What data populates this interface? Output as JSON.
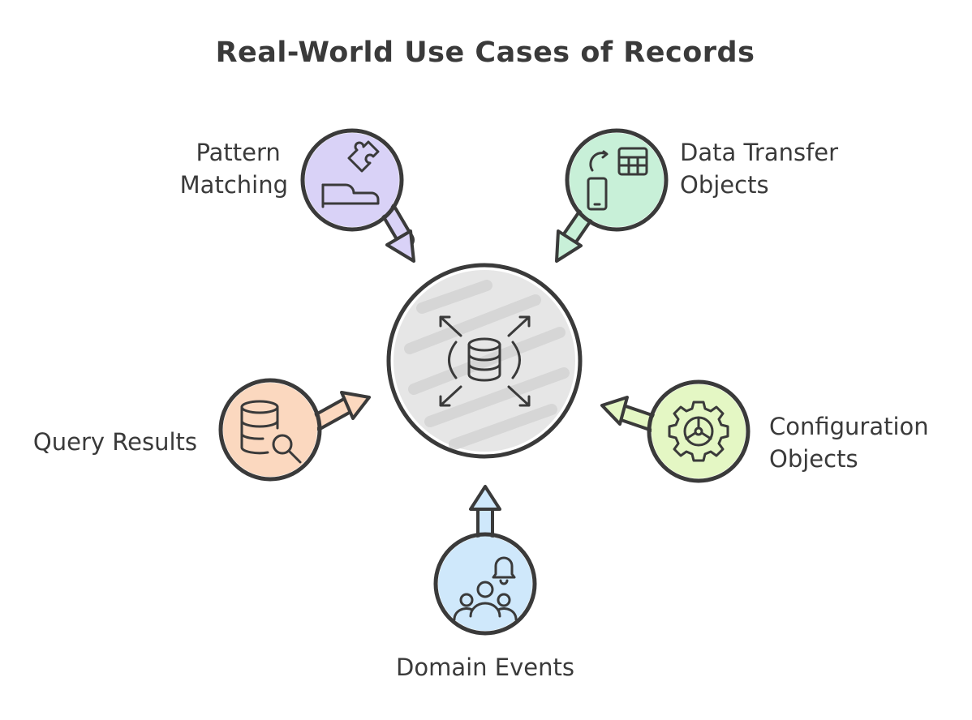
{
  "diagram": {
    "title": "Real-World Use Cases of Records",
    "center": {
      "icon": "database-expand-icon",
      "fill_color": "#e6e6e6"
    },
    "nodes": [
      {
        "id": "pattern-matching",
        "label_lines": [
          "Pattern",
          "Matching"
        ],
        "icon": "puzzle-hand-icon",
        "fill_color": "#d9d2f7",
        "arrow_direction": "toward-center"
      },
      {
        "id": "data-transfer-objects",
        "label_lines": [
          "Data Transfer",
          "Objects"
        ],
        "icon": "device-sync-table-icon",
        "fill_color": "#c8f0d8",
        "arrow_direction": "toward-center"
      },
      {
        "id": "query-results",
        "label_lines": [
          "Query Results"
        ],
        "icon": "database-search-icon",
        "fill_color": "#fbd8bf",
        "arrow_direction": "toward-center"
      },
      {
        "id": "configuration-objects",
        "label_lines": [
          "Configuration",
          "Objects"
        ],
        "icon": "gear-icon",
        "fill_color": "#e4f7c4",
        "arrow_direction": "toward-center"
      },
      {
        "id": "domain-events",
        "label_lines": [
          "Domain Events"
        ],
        "icon": "people-bell-icon",
        "fill_color": "#cfe8fb",
        "arrow_direction": "toward-center"
      }
    ],
    "stroke_color": "#3a3a3a"
  }
}
